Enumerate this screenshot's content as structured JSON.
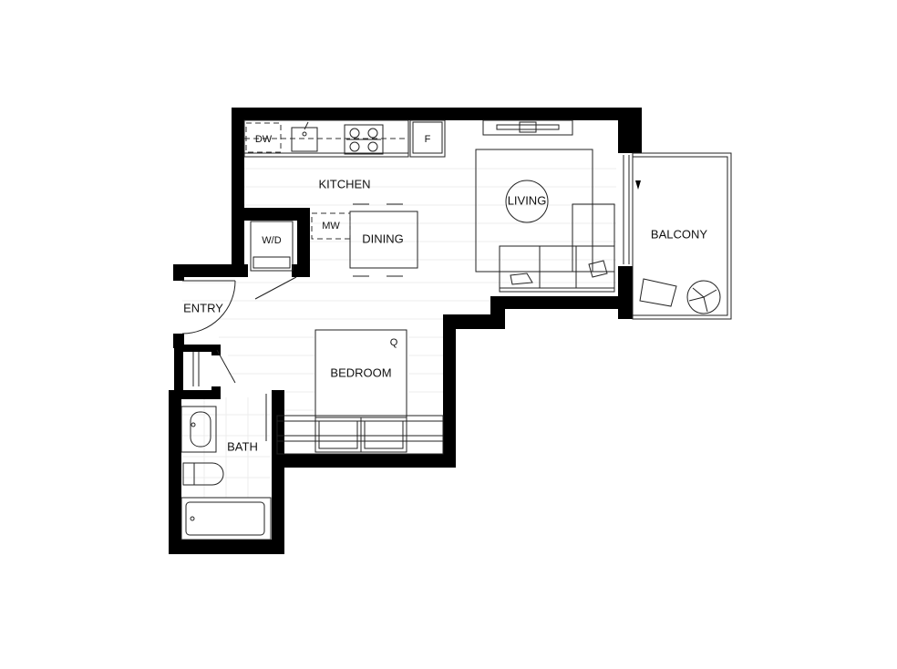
{
  "rooms": {
    "kitchen": "KITCHEN",
    "living": "LIVING",
    "dining": "DINING",
    "balcony": "BALCONY",
    "entry": "ENTRY",
    "bedroom": "BEDROOM",
    "bath": "BATH"
  },
  "fixtures": {
    "dishwasher": "DW",
    "fridge": "F",
    "microwave": "MW",
    "washer_dryer": "W/D",
    "bed_size": "Q"
  },
  "colors": {
    "wall": "#000000",
    "line": "#222222",
    "floor_line": "#ececec",
    "background": "#ffffff"
  }
}
